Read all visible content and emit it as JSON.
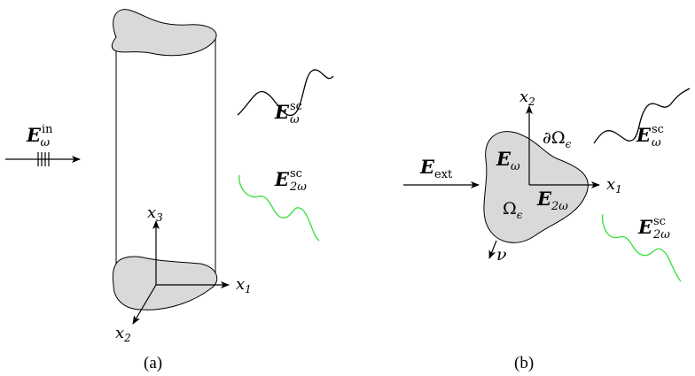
{
  "panel_a": {
    "caption": "(a)",
    "incident_field": {
      "base": "E",
      "sub": "ω",
      "sup": "in"
    },
    "scattered_omega": {
      "base": "E",
      "sub": "ω",
      "sup": "sc"
    },
    "scattered_2omega": {
      "base": "E",
      "sub": "2ω",
      "sup": "sc"
    },
    "axis_x1": {
      "base": "x",
      "sub": "1"
    },
    "axis_x2": {
      "base": "x",
      "sub": "2"
    },
    "axis_x3": {
      "base": "x",
      "sub": "3"
    }
  },
  "panel_b": {
    "caption": "(b)",
    "external_field": {
      "base": "E",
      "sub": "ext"
    },
    "inner_omega": {
      "base": "E",
      "sub": "ω"
    },
    "inner_2omega": {
      "base": "E",
      "sub": "2ω"
    },
    "boundary": {
      "base": "∂Ω",
      "sub": "ϵ"
    },
    "domain": {
      "base": "Ω",
      "sub": "ϵ"
    },
    "normal": "ν",
    "scattered_omega": {
      "base": "E",
      "sub": "ω",
      "sup": "sc"
    },
    "scattered_2omega": {
      "base": "E",
      "sub": "2ω",
      "sup": "sc"
    },
    "axis_x1": {
      "base": "x",
      "sub": "1"
    },
    "axis_x2": {
      "base": "x",
      "sub": "2"
    }
  },
  "colors": {
    "fill": "#d9d9d9",
    "stroke": "#000000",
    "harmonic_wave": "#33e033"
  }
}
